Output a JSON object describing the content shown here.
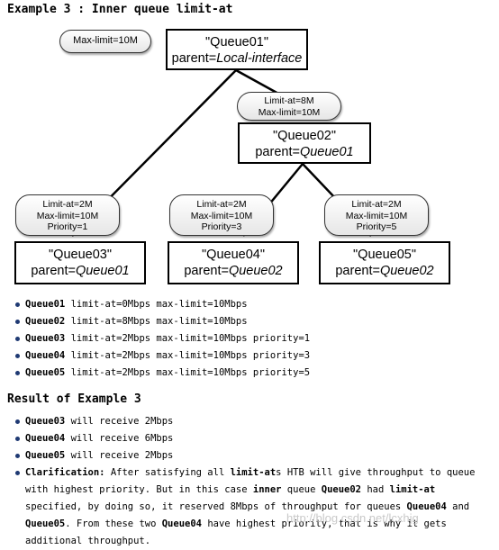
{
  "title": "Example 3  : Inner queue limit-at",
  "diagram": {
    "top_pill": "Max-limit=10M",
    "queue01": {
      "name": "\"Queue01\"",
      "parent_prefix": "parent=",
      "parent": "Local-interface"
    },
    "pill02": {
      "l1": "Limit-at=8M",
      "l2": "Max-limit=10M"
    },
    "queue02": {
      "name": "\"Queue02\"",
      "parent_prefix": "parent=",
      "parent": "Queue01"
    },
    "pill03": {
      "l1": "Limit-at=2M",
      "l2": "Max-limit=10M",
      "l3": "Priority=1"
    },
    "pill04": {
      "l1": "Limit-at=2M",
      "l2": "Max-limit=10M",
      "l3": "Priority=3"
    },
    "pill05": {
      "l1": "Limit-at=2M",
      "l2": "Max-limit=10M",
      "l3": "Priority=5"
    },
    "queue03": {
      "name": "\"Queue03\"",
      "parent_prefix": "parent=",
      "parent": "Queue01"
    },
    "queue04": {
      "name": "\"Queue04\"",
      "parent_prefix": "parent=",
      "parent": "Queue02"
    },
    "queue05": {
      "name": "\"Queue05\"",
      "parent_prefix": "parent=",
      "parent": "Queue02"
    }
  },
  "params": [
    {
      "name": "Queue01",
      "text": " limit-at=0Mbps max-limit=10Mbps"
    },
    {
      "name": "Queue02",
      "text": " limit-at=8Mbps max-limit=10Mbps"
    },
    {
      "name": "Queue03",
      "text": " limit-at=2Mbps max-limit=10Mbps priority=1"
    },
    {
      "name": "Queue04",
      "text": " limit-at=2Mbps max-limit=10Mbps priority=3"
    },
    {
      "name": "Queue05",
      "text": " limit-at=2Mbps max-limit=10Mbps priority=5"
    }
  ],
  "result_heading": "Result of Example 3",
  "results": [
    {
      "name": "Queue03",
      "text": " will receive 2Mbps"
    },
    {
      "name": "Queue04",
      "text": " will receive 6Mbps"
    },
    {
      "name": "Queue05",
      "text": " will receive 2Mbps"
    }
  ],
  "clarification": {
    "label": "Clarification:",
    "t1": " After satisfying all ",
    "b1": "limit-at",
    "t2": "s HTB will give throughput to queue with highest priority. But in this case ",
    "b2": "inner",
    "t3": " queue ",
    "b3": "Queue02",
    "t4": " had ",
    "b4": "limit-at",
    "t5": " specified, by doing so, it reserved 8Mbps of throughput for queues ",
    "b5": "Queue04",
    "t6": " and ",
    "b6": "Queue05",
    "t7": ". From these two ",
    "b7": "Queue04",
    "t8": " have highest priority, that is why it gets additional throughput."
  },
  "watermark": "http://blog.csdn.net/lcxhjg"
}
